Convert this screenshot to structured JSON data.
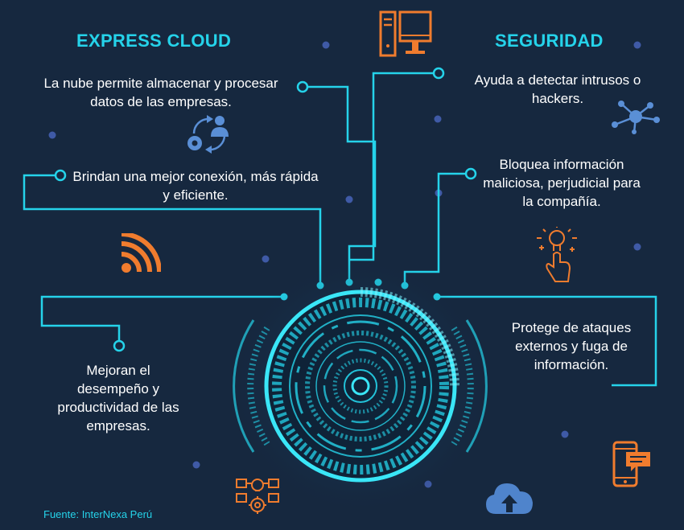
{
  "left": {
    "heading": "EXPRESS CLOUD",
    "items": [
      "La nube permite almacenar y procesar datos de las empresas.",
      "Brindan una mejor conexión, más rápida y eficiente.",
      "Mejoran el desempeño y productividad de las empresas."
    ]
  },
  "right": {
    "heading": "SEGURIDAD",
    "items": [
      "Ayuda a detectar intrusos o hackers.",
      "Bloquea información maliciosa, perjudicial para la compañía.",
      "Protege de ataques externos y fuga de información."
    ]
  },
  "source": "Fuente: InterNexa Perú",
  "colors": {
    "background": "#16283f",
    "accent": "#25d3ea",
    "orange": "#f07c2e",
    "text": "#ffffff",
    "dot": "#3f5aa6"
  },
  "icons": [
    "desktop-computer-icon",
    "network-nodes-icon",
    "user-gear-cycle-icon",
    "wifi-signal-icon",
    "lightbulb-hand-icon",
    "smartphone-chat-icon",
    "idea-gear-icon",
    "cloud-upload-icon"
  ]
}
